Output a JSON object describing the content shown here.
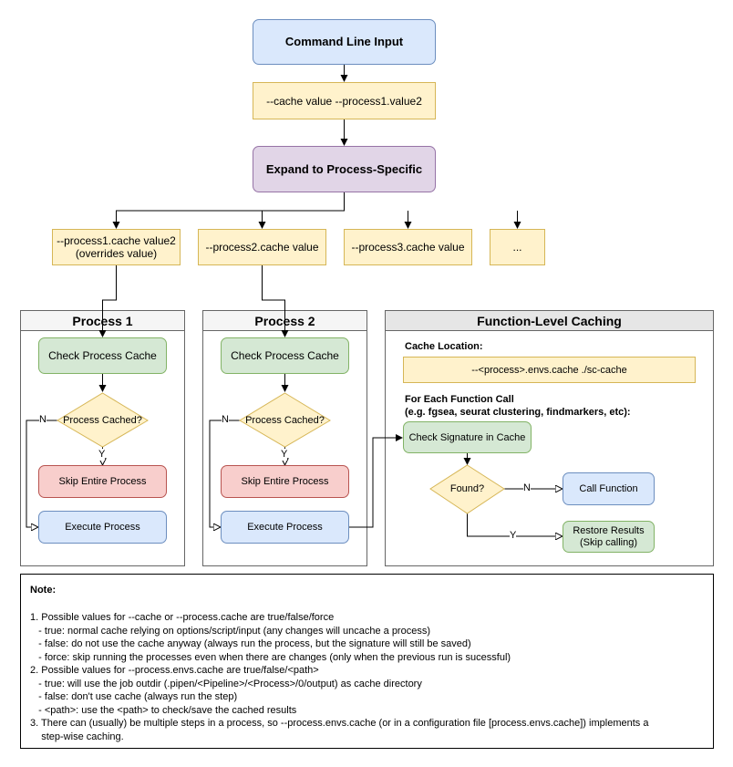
{
  "top": {
    "command_line_input": "Command Line Input",
    "cache_value": "--cache value --process1.value2",
    "expand": "Expand to Process-Specific"
  },
  "process_values": {
    "p1_line1": "--process1.cache value2",
    "p1_line2": "(overrides value)",
    "p2": "--process2.cache value",
    "p3": "--process3.cache value",
    "more": "..."
  },
  "process1": {
    "title": "Process 1",
    "check": "Check Process Cache",
    "cached": "Process Cached?",
    "skip": "Skip Entire Process",
    "execute": "Execute Process",
    "no": "N",
    "yes": "Y"
  },
  "process2": {
    "title": "Process 2",
    "check": "Check Process Cache",
    "cached": "Process Cached?",
    "skip": "Skip Entire Process",
    "execute": "Execute Process",
    "no": "N",
    "yes": "Y"
  },
  "function_caching": {
    "title": "Function-Level Caching",
    "cache_location_label": "Cache Location:",
    "cache_location_value": "--<process>.envs.cache ./sc-cache",
    "each_call_line1": "For Each Function Call",
    "each_call_line2": "(e.g. fgsea, seurat clustering, findmarkers, etc):",
    "check_signature": "Check Signature in Cache",
    "found": "Found?",
    "call_function": "Call Function",
    "restore_line1": "Restore Results",
    "restore_line2": "(Skip calling)",
    "no": "N",
    "yes": "Y"
  },
  "note": {
    "title": "Note:",
    "lines": [
      "1. Possible values for --cache or --process.cache are true/false/force",
      "   - true: normal cache relying on options/script/input (any changes will uncache a process)",
      "   - false: do not use the cache anyway (always run the process, but the signature will still be saved)",
      "   - force: skip running the processes even when there are changes (only when the previous run is sucessful)",
      "2. Possible values for --process.envs.cache are true/false/<path>",
      "   - true: will use the job outdir (.pipen/<Pipeline>/<Process>/0/output) as cache directory",
      "   - false: don't use cache (always run the step)",
      "   - <path>: use the <path> to check/save the cached results",
      "3. There can (usually) be multiple steps in a process, so --process.envs.cache (or in a configuration file [process.envs.cache]) implements a",
      "    step-wise caching."
    ]
  },
  "colors": {
    "blue_fill": "#dae8fc",
    "blue_stroke": "#6c8ebf",
    "yellow_fill": "#fff2cc",
    "yellow_stroke": "#d6b656",
    "purple_fill": "#e1d5e7",
    "purple_stroke": "#9673a6",
    "green_fill": "#d5e8d4",
    "green_stroke": "#82b366",
    "red_fill": "#f8cecc",
    "red_stroke": "#b85450"
  }
}
